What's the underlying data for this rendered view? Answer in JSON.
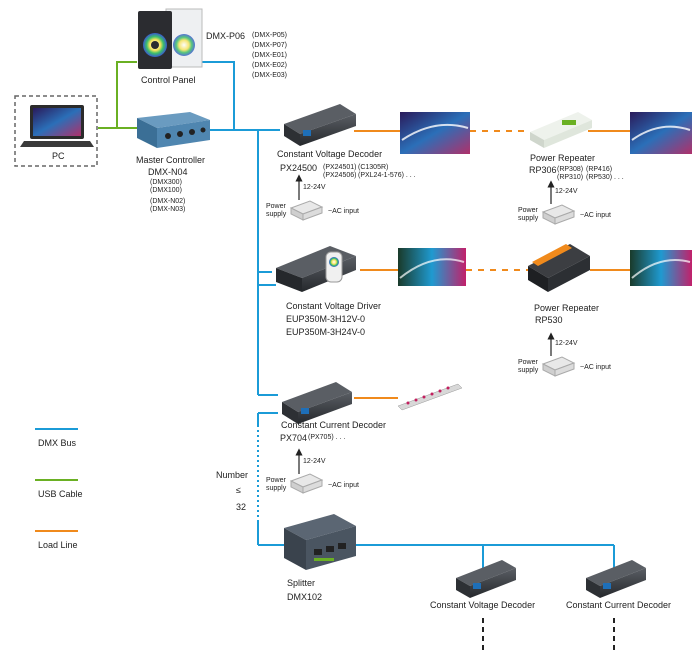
{
  "pc": {
    "label": "PC"
  },
  "control_panel": {
    "label": "Control Panel",
    "model": "DMX-P06",
    "variants": [
      "(DMX-P05)",
      "(DMX-P07)",
      "(DMX-E01)",
      "(DMX-E02)",
      "(DMX-E03)"
    ]
  },
  "master": {
    "label": "Master Controller",
    "model": "DMX-N04",
    "variants_a": [
      "(DMX300)",
      "(DMX100)"
    ],
    "variants_b": [
      "(DMX-N02)",
      "(DMX-N03)"
    ]
  },
  "cv_decoder": {
    "label": "Constant Voltage Decoder",
    "model": "PX24500",
    "v1": "(PX24501)",
    "v2": "(PX24506)",
    "v3": "(C1305R)",
    "v4": "(PXL24-1-576) . . ."
  },
  "repeater1": {
    "label": "Power Repeater",
    "model": "RP306",
    "v1": "(RP308)",
    "v2": "(RP416)",
    "v3": "(RP310)",
    "v4": "(RP530) . . ."
  },
  "cv_driver": {
    "label": "Constant Voltage Driver",
    "model1": "EUP350M-3H12V-0",
    "model2": "EUP350M-3H24V-0"
  },
  "repeater2": {
    "label": "Power Repeater",
    "model": "RP530"
  },
  "cc_decoder": {
    "label": "Constant Current Decoder",
    "model": "PX704",
    "variants": "(PX705) . . ."
  },
  "power": {
    "voltage": "12-24V",
    "supply_line1": "Power",
    "supply_line2": "supply",
    "ac": "~AC input"
  },
  "number": {
    "label": "Number",
    "symbol": "≤",
    "value": "32"
  },
  "splitter": {
    "label": "Splitter",
    "model": "DMX102"
  },
  "bottom": {
    "cv_label": "Constant Voltage Decoder",
    "cc_label": "Constant Current Decoder"
  },
  "legend": {
    "items": [
      {
        "label": "DMX Bus",
        "color": "#1b9bd7"
      },
      {
        "label": "USB Cable",
        "color": "#6ab023"
      },
      {
        "label": "Load Line",
        "color": "#f08a1c"
      }
    ]
  },
  "colors": {
    "dmx": "#1b9bd7",
    "usb": "#6ab023",
    "load": "#f08a1c",
    "device": "#3a3d42"
  }
}
